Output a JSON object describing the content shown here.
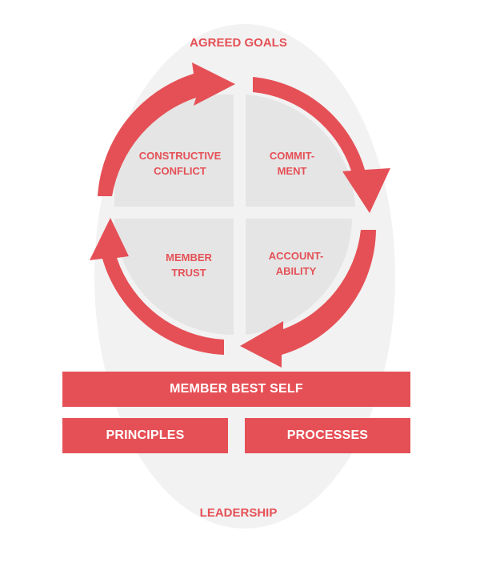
{
  "colors": {
    "accent": "#e55056",
    "oval": "#f2f2f2",
    "quadrant": "#e5e5e5",
    "bar_text": "#ffffff"
  },
  "labels": {
    "top": "AGREED GOALS",
    "bottom": "LEADERSHIP"
  },
  "quadrants": {
    "top_left": [
      "CONSTRUCTIVE",
      "CONFLICT"
    ],
    "top_right": [
      "COMMIT-",
      "MENT"
    ],
    "bottom_left": [
      "MEMBER",
      "TRUST"
    ],
    "bottom_right": [
      "ACCOUNT-",
      "ABILITY"
    ]
  },
  "bars": {
    "best_self": "MEMBER BEST SELF",
    "principles": "PRINCIPLES",
    "processes": "PROCESSES"
  },
  "icons": {
    "cycle": "clockwise-cycle-arrows-icon"
  }
}
